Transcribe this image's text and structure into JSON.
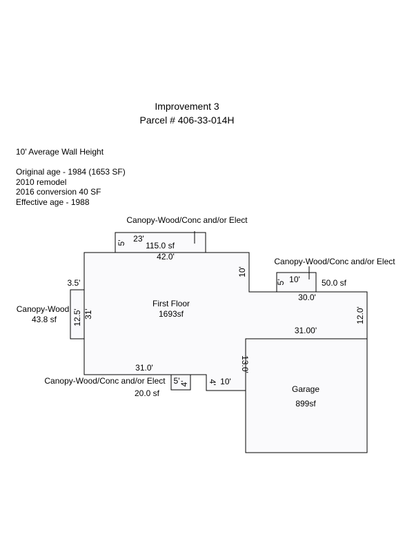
{
  "header": {
    "title": "Improvement 3",
    "parcel": "Parcel # 406-33-014H"
  },
  "notes": [
    "10' Average Wall Height",
    "",
    "Original age - 1984 (1653 SF)",
    "2010 remodel",
    "2016 conversion 40 SF",
    "Effective age - 1988"
  ],
  "areas": {
    "first_floor": {
      "name": "First Floor",
      "area": "1693sf"
    },
    "garage": {
      "name": "Garage",
      "area": "899sf"
    },
    "canopy_top": {
      "name": "Canopy-Wood/Conc and/or Elect",
      "area": "115.0 sf",
      "dim_w": "23'",
      "dim_h": "5'"
    },
    "canopy_right": {
      "name": "Canopy-Wood/Conc and/or Elect",
      "area": "50.0 sf",
      "dim_w": "10'",
      "dim_h": "5'"
    },
    "canopy_left": {
      "name": "Canopy-Wood",
      "area": "43.8 sf",
      "dim_w": "3.5'",
      "dim_h": "12.5'"
    },
    "canopy_bottom": {
      "name": "Canopy-Wood/Conc and/or Elect",
      "area": "20.0 sf",
      "dim_w": "5'",
      "dim_h": "4'"
    }
  },
  "dimensions": {
    "top": "42.0'",
    "right_step": "10'",
    "mid_top": "30.0'",
    "right_side": "12.0'",
    "garage_top": "31.00'",
    "garage_left": "13.0'",
    "left_side": "31'",
    "bottom": "31.0'",
    "notch_height": "4'",
    "notch_width": "10'"
  }
}
